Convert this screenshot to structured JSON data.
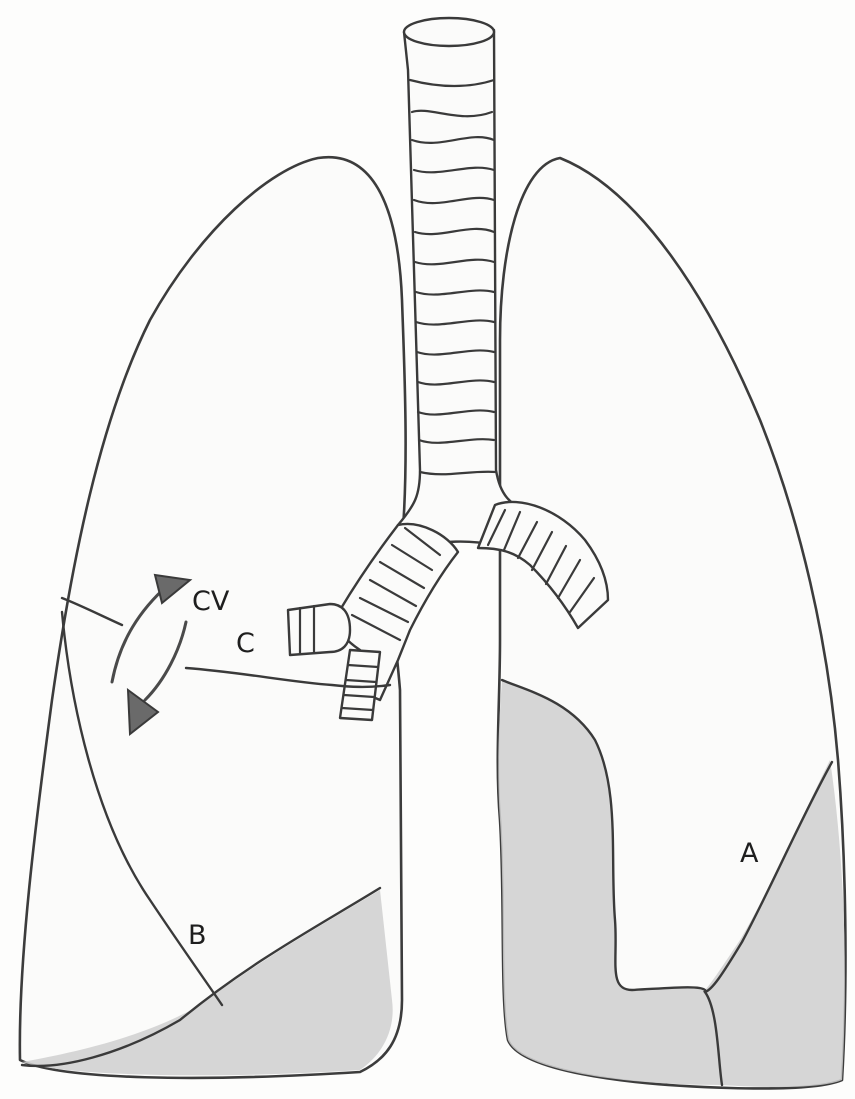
{
  "labels": {
    "cv": "CV",
    "c": "C",
    "a": "A",
    "b": "B"
  },
  "colors": {
    "outline": "#3c3c3c",
    "shading": "#cfcfcf",
    "background": "#fdfdfc"
  }
}
